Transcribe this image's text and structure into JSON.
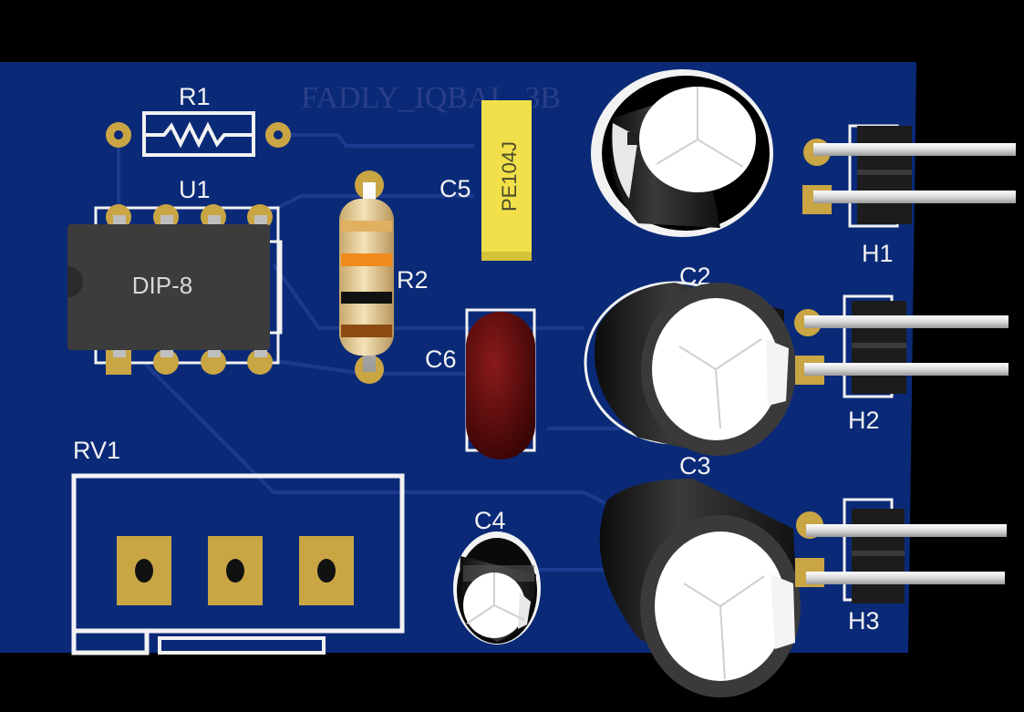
{
  "board": {
    "watermark": "FADLY_IQBAL_3B",
    "colors": {
      "substrate": "#0a2a78",
      "silkscreen": "#f2f2f2",
      "pad": "#c9a544",
      "trace": "#1c3a8e"
    }
  },
  "labels": {
    "r1": "R1",
    "u1": "U1",
    "r2": "R2",
    "c5": "C5",
    "c6": "C6",
    "c2": "C2",
    "c3": "C3",
    "c4": "C4",
    "rv1": "RV1",
    "h1": "H1",
    "h2": "H2",
    "h3": "H3"
  },
  "components": {
    "u1_package": "DIP-8",
    "c5_marking": "PE104J"
  }
}
